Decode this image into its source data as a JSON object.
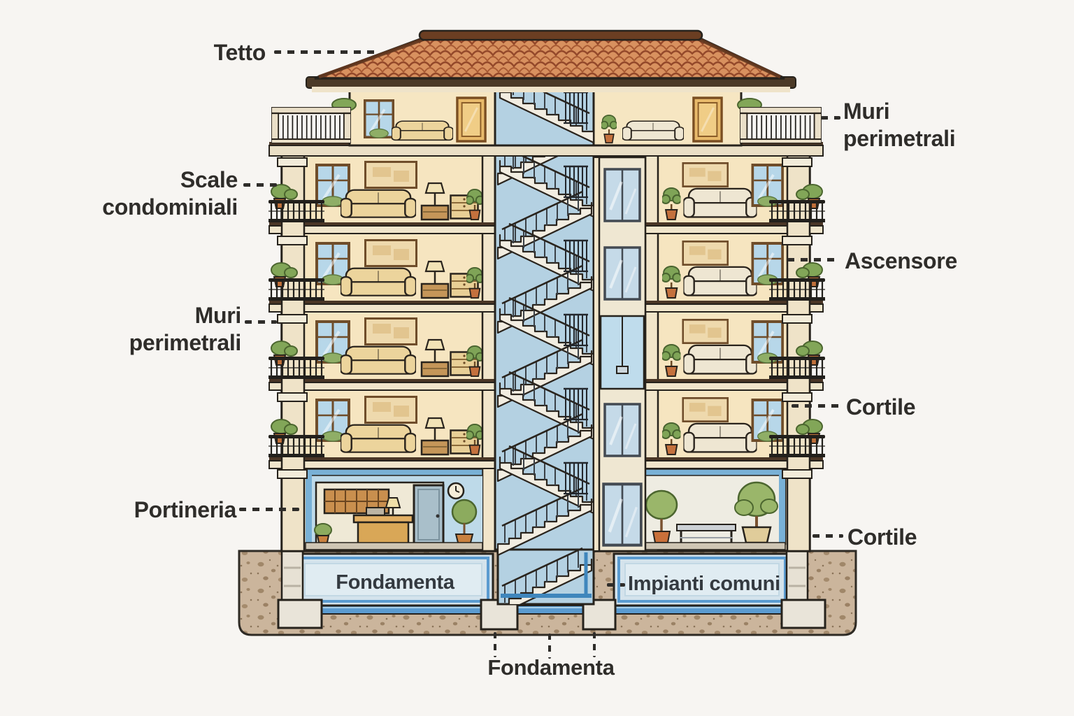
{
  "diagram": {
    "labels": {
      "tetto": "Tetto",
      "muri_perimetrali_right": "Muri perimetrali",
      "scale_condominiali": "Scale condominiali",
      "ascensore": "Ascensore",
      "muri_perimetrali_left": "Muri perimetrali",
      "cortile_upper": "Cortile",
      "portineria": "Portineria",
      "cortile_lower": "Cortile",
      "fondamenta_interior": "Fondamenta",
      "impianti_comuni": "Impianti comuni",
      "fondamenta_footings": "Fondamenta"
    },
    "colors": {
      "background": "#f7f5f2",
      "ink_outline": "#2a241d",
      "label_text": "#2f2d2a",
      "roof_tile": "#d8915f",
      "wall_cream": "#f5e7c8",
      "stairwell_blue": "#b4d1e2",
      "foundation_blue": "#5b9bd0",
      "soil_brown": "#cbb59c",
      "plant_green": "#82a658",
      "iron_railing": "#22201c"
    }
  }
}
